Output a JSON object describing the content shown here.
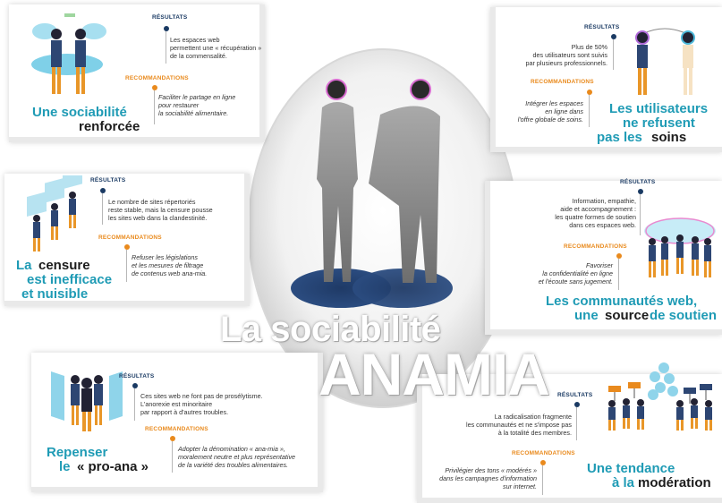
{
  "center": {
    "title_line1": "La sociabilité",
    "title_line2": "ANAMIA"
  },
  "labels": {
    "results": "RÉSULTATS",
    "recommendations": "RECOMMANDATIONS"
  },
  "panel1": {
    "title_a": "Une sociabilité",
    "title_b": "renforcée",
    "results": "Les espaces web\npermettent une « récupération »\nde la commensalité.",
    "recommendations": "Faciliter le partage en ligne\npour restaurer\nla sociabilité alimentaire."
  },
  "panel2": {
    "title_a": "La",
    "title_b": "censure",
    "title_c": "est inefficace",
    "title_d": "et nuisible",
    "results": "Le nombre de sites répertoriés\nreste stable, mais la censure pousse\nles sites web dans la clandestinité.",
    "recommendations": "Refuser les législations\net les mesures de filtrage\nde contenus web ana-mia."
  },
  "panel3": {
    "title_a": "Repenser",
    "title_b": "le",
    "title_c": "« pro-ana »",
    "results": "Ces sites web ne font pas de prosélytisme.\nL'anorexie est minoritaire\npar rapport à d'autres troubles.",
    "recommendations": "Adopter la dénomination « ana-mia »,\nmoralement neutre et plus représentative\nde la variété des troubles alimentaires."
  },
  "panel4": {
    "title_a": "Les utilisateurs",
    "title_b": "ne refusent",
    "title_c": "pas les",
    "title_d": "soins",
    "results": "Plus de 50%\ndes utilisateurs sont suivis\npar plusieurs professionnels.",
    "recommendations": "Intégrer les espaces\nen ligne dans\nl'offre globale de soins."
  },
  "panel5": {
    "title_a": "Les communautés web,",
    "title_b": "une",
    "title_c": "source",
    "title_d": "de soutien",
    "results": "Information, empathie,\naide et accompagnement :\nles quatre formes de soutien\ndans ces espaces web.",
    "recommendations": "Favoriser\nla confidentialité en ligne\net l'écoute sans jugement."
  },
  "panel6": {
    "title_a": "Une tendance",
    "title_b": "à la",
    "title_c": "modération",
    "results": "La radicalisation fragmente\nles communautés et ne s'impose pas\nà la totalité des membres.",
    "recommendations": "Privilégier des tons « modérés »\ndans les campagnes d'information\nsur internet."
  },
  "colors": {
    "teal": "#1f9bb5",
    "navy": "#1a3a63",
    "orange": "#e98a1d",
    "dark": "#1c1c1c"
  }
}
